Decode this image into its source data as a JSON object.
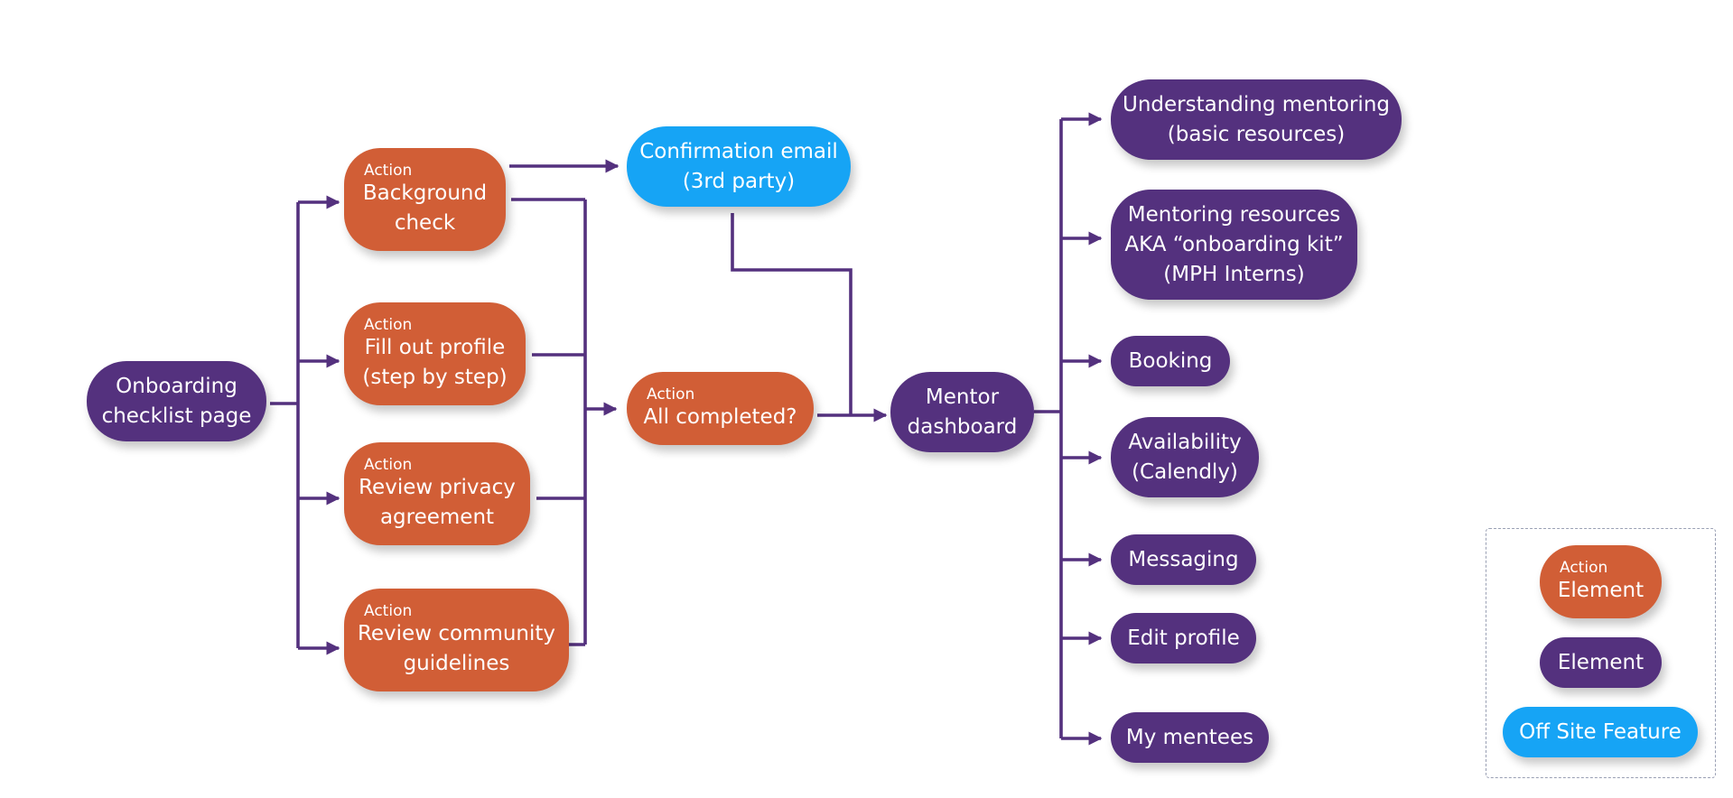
{
  "colors": {
    "action": "#d15e36",
    "element": "#54317e",
    "off_site": "#16a4f5",
    "connector": "#54317e"
  },
  "nodes": {
    "onboarding": {
      "text": "Onboarding\nchecklist page"
    },
    "background_check": {
      "tag": "Action",
      "text": "Background\ncheck"
    },
    "fill_profile": {
      "tag": "Action",
      "text": "Fill out profile\n(step by step)"
    },
    "privacy": {
      "tag": "Action",
      "text": "Review privacy\nagreement"
    },
    "community": {
      "tag": "Action",
      "text": "Review community\nguidelines"
    },
    "confirmation_email": {
      "text": "Confirmation email\n(3rd party)"
    },
    "all_completed": {
      "tag": "Action",
      "text": "All completed?"
    },
    "mentor_dashboard": {
      "text": "Mentor\ndashboard"
    },
    "understanding": {
      "text": "Understanding mentoring\n(basic resources)"
    },
    "resources_kit": {
      "text": "Mentoring resources\nAKA “onboarding kit”\n(MPH Interns)"
    },
    "booking": {
      "text": "Booking"
    },
    "availability": {
      "text": "Availability\n(Calendly)"
    },
    "messaging": {
      "text": "Messaging"
    },
    "edit_profile": {
      "text": "Edit profile"
    },
    "my_mentees": {
      "text": "My mentees"
    }
  },
  "legend": {
    "action": {
      "tag": "Action",
      "text": "Element"
    },
    "element": {
      "text": "Element"
    },
    "off_site": {
      "text": "Off Site Feature"
    }
  }
}
